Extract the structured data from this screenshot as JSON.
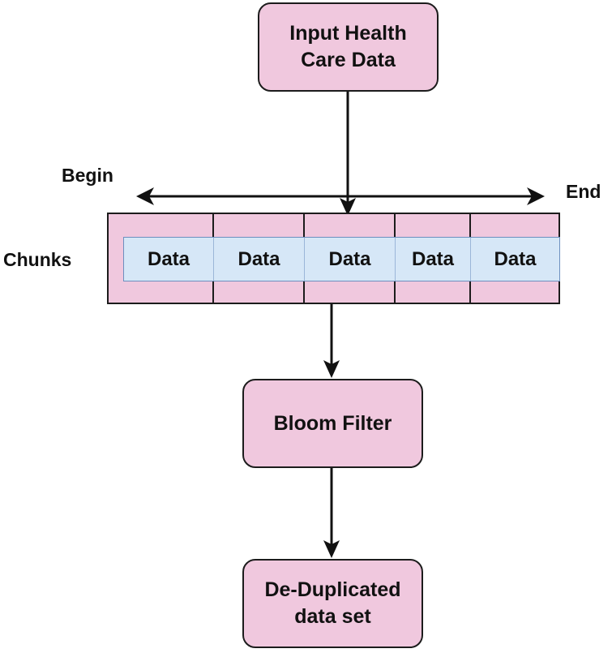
{
  "nodes": {
    "input": "Input Health\nCare Data",
    "bloom": "Bloom Filter",
    "dedup": "De-Duplicated\ndata set"
  },
  "labels": {
    "begin": "Begin",
    "end": "End",
    "chunks": "Chunks"
  },
  "chunks": [
    "Data",
    "Data",
    "Data",
    "Data",
    "Data"
  ],
  "colors": {
    "node_fill": "#f0c8de",
    "chunk_fill": "#d6e7f7",
    "stroke": "#1c1c1c"
  }
}
